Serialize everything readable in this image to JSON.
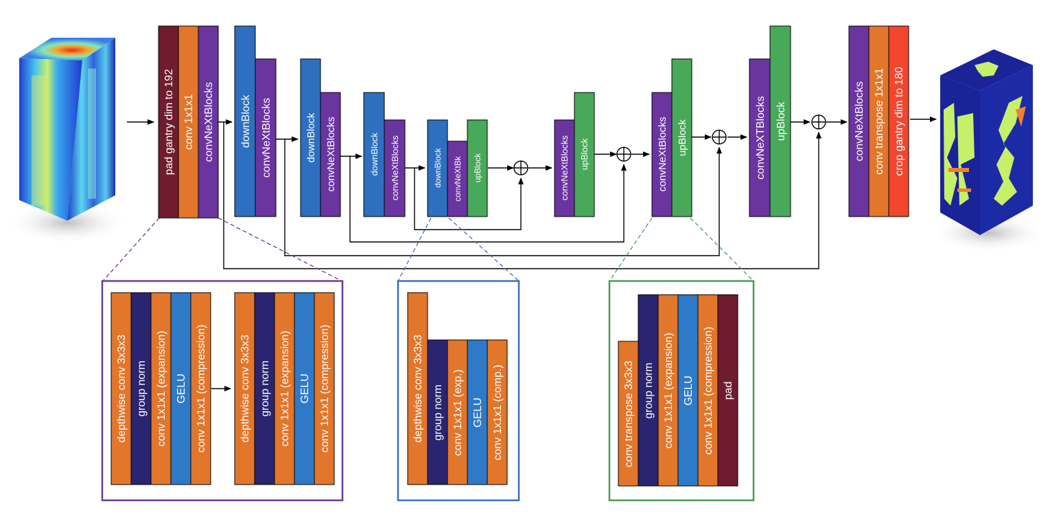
{
  "colors": {
    "pad": "#6f1c2e",
    "conv": "#e2762b",
    "convnext": "#6b35a0",
    "down": "#2e6fbf",
    "up": "#49a95a",
    "crop": "#f2462e",
    "norm": "#2b2470",
    "gelu": "#2e7ac8",
    "group_purple": "#6a3a8c",
    "group_blue": "#3a6fb8",
    "group_green": "#4a9a52"
  },
  "main": {
    "input_block": [
      "pad gantry dim to 192",
      "conv 1x1x1",
      "convNeXtBlocks"
    ],
    "enc1": [
      "downBlock",
      "convNeXtBlocks"
    ],
    "enc2": [
      "downBlock",
      "convNeXtBlocks"
    ],
    "enc3": [
      "downBlock",
      "convNeXtBlocks"
    ],
    "bottleneck": [
      "downBlock",
      "convNeXtBk",
      "upBlock"
    ],
    "dec1": [
      "convNeXtBlocks",
      "upBlock"
    ],
    "dec2": [
      "convNeXtBlocks",
      "upBlock"
    ],
    "dec3": [
      "convNeXTBlocks",
      "upBlock"
    ],
    "output_block": [
      "convNeXtBlocks",
      "conv  transpose 1x1x1",
      "crop gantry dim to 180"
    ],
    "sum_symbol": "⊕"
  },
  "detail_convnext": {
    "block_a": [
      "depthwise conv 3x3x3",
      "group norm",
      "conv 1x1x1 (expansion)",
      "GELU",
      "conv 1x1x1 (compression)"
    ],
    "block_b": [
      "depthwise conv 3x3x3",
      "group norm",
      "conv 1x1x1 (expansion)",
      "GELU",
      "conv 1x1x1 (compression)"
    ]
  },
  "detail_down": [
    "depthwise conv 3x3x3",
    "group norm",
    "conv 1x1x1 (exp.)",
    "GELU",
    "conv 1x1x1 (comp.)"
  ],
  "detail_up": [
    "conv transpose 3x3x3",
    "group norm",
    "conv 1x1x1 (expansion)",
    "GELU",
    "conv 1x1x1 (compression)",
    "pad"
  ]
}
